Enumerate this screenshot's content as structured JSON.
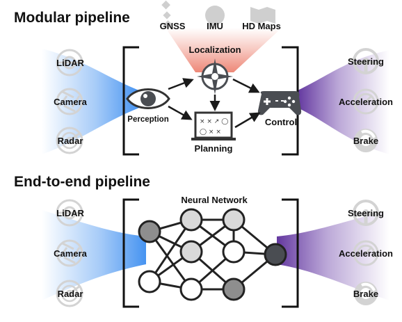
{
  "modular": {
    "title": "Modular pipeline",
    "sensors": [
      "LiDAR",
      "Camera",
      "Radar"
    ],
    "localization_sources": [
      "GNSS",
      "IMU",
      "HD Maps"
    ],
    "localization": "Localization",
    "perception": "Perception",
    "planning": "Planning",
    "control": "Control",
    "outputs": [
      "Steering",
      "Acceleration",
      "Brake"
    ]
  },
  "e2e": {
    "title": "End-to-end pipeline",
    "sensors": [
      "LiDAR",
      "Camera",
      "Radar"
    ],
    "network": "Neural Network",
    "outputs": [
      "Steering",
      "Acceleration",
      "Brake"
    ]
  },
  "colors": {
    "sensor_beam": "#3d8ef0",
    "output_beam": "#6a3fa8",
    "localization_glow": "#e8604a",
    "node_dark": "#4a4d52",
    "node_mid": "#8e8e8e",
    "node_light": "#d9d9d9",
    "node_white": "#ffffff",
    "stroke": "#1a1a1a"
  }
}
